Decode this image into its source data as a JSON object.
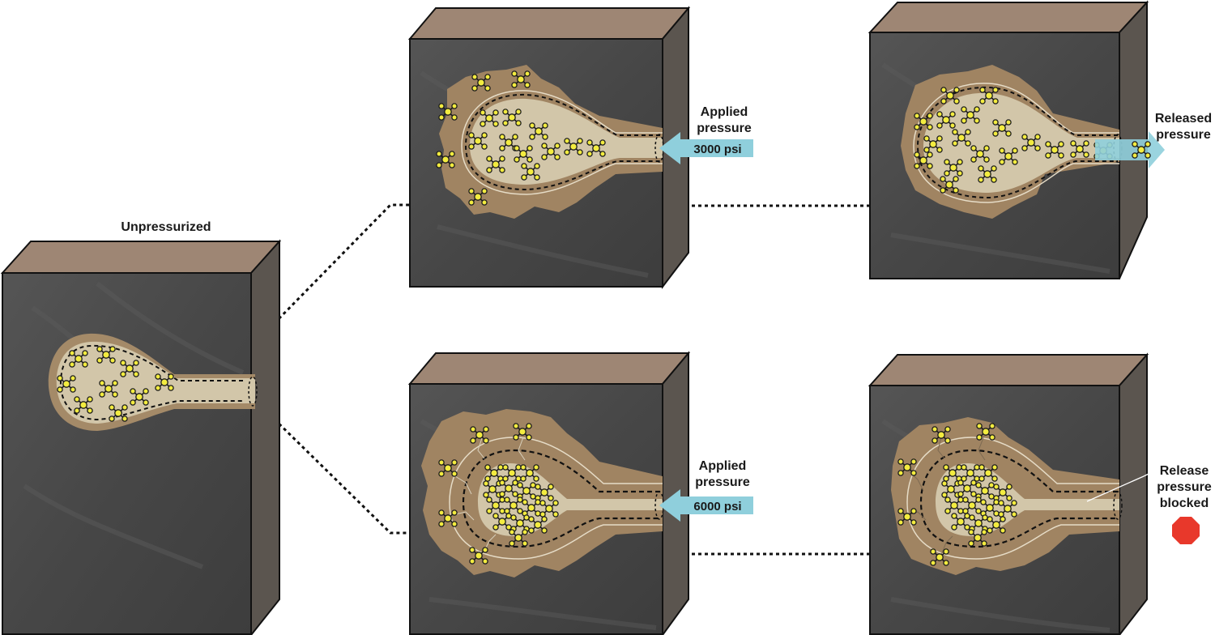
{
  "labels": {
    "unpressurized": "Unpressurized",
    "applied_top_line1": "Applied",
    "applied_top_line2": "pressure",
    "pressure_top": "3000 psi",
    "released_line1": "Released",
    "released_line2": "pressure",
    "applied_bottom_line1": "Applied",
    "applied_bottom_line2": "pressure",
    "pressure_bottom": "6000 psi",
    "blocked_line1": "Release",
    "blocked_line2": "pressure",
    "blocked_line3": "blocked"
  },
  "colors": {
    "rock_face": "#4a4a4a",
    "rock_side": "#5b554f",
    "rock_top": "#9e8674",
    "halo": "#a08462",
    "cavity": "#cfc2a5",
    "arrow": "#8fcfdc",
    "stop_sign": "#e8382b",
    "molecule": "#f3ec40"
  },
  "icons": {
    "molecule": "gas-molecule-icon",
    "arrow": "pressure-arrow-icon",
    "stop": "stop-sign-icon"
  }
}
